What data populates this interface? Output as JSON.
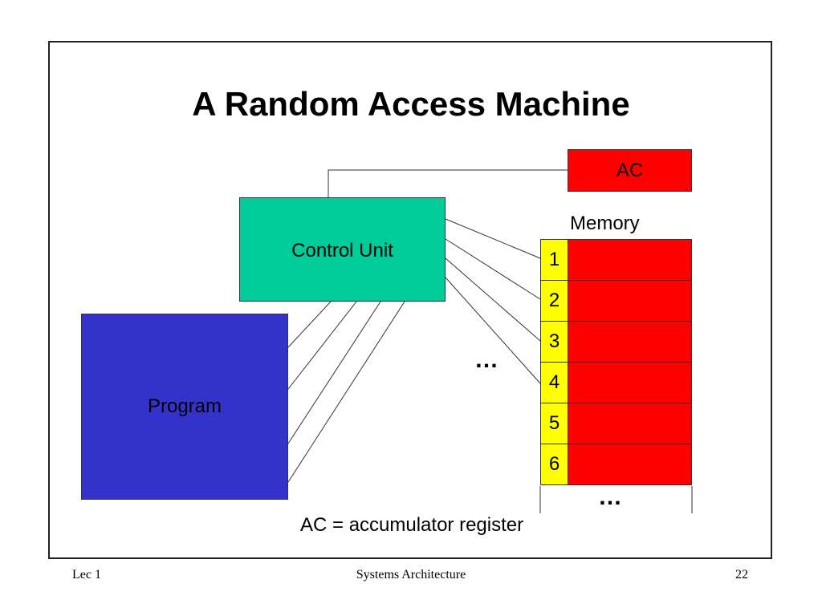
{
  "title": "A Random Access Machine",
  "colors": {
    "control_unit": "#00CC99",
    "program": "#3333CC",
    "accumulator": "#FF0000",
    "memory_cell": "#FF0000",
    "memory_index": "#FFFF00"
  },
  "accumulator": {
    "label": "AC"
  },
  "control_unit": {
    "label": "Control Unit"
  },
  "program": {
    "label": "Program"
  },
  "memory": {
    "label": "Memory",
    "cells": [
      "1",
      "2",
      "3",
      "4",
      "5",
      "6"
    ],
    "more": "…"
  },
  "connections_ellipsis": "…",
  "caption": "AC = accumulator register",
  "footer": {
    "left": "Lec 1",
    "center": "Systems Architecture",
    "right": "22"
  }
}
